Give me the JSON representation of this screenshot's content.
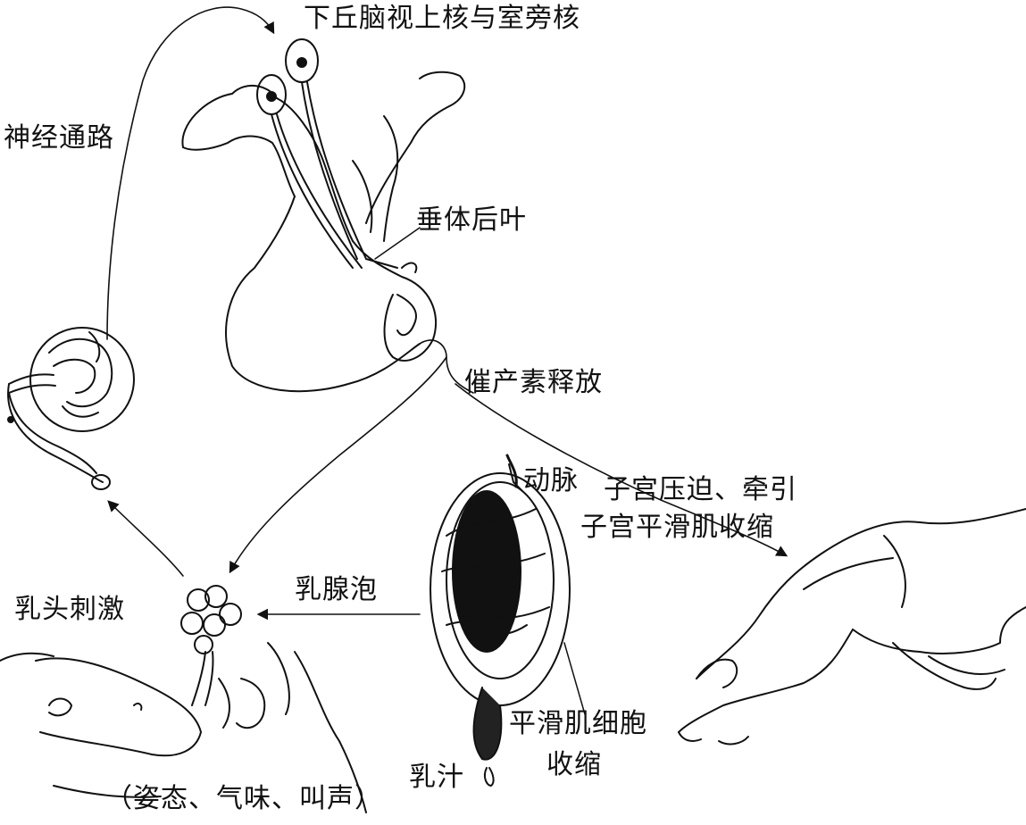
{
  "labels": {
    "hypothalamus": "下丘脑视上核与室旁核",
    "neural_pathway": "神经通路",
    "posterior_pituitary": "垂体后叶",
    "oxytocin_release": "催产素释放",
    "artery": "动脉",
    "uterus_pressure": "子宫压迫、牵引",
    "uterus_smooth_muscle": "子宫平滑肌收缩",
    "mammary_alveolus": "乳腺泡",
    "nipple_stimulation": "乳头刺激",
    "smooth_muscle_cell": "平滑肌细胞",
    "contraction": "收缩",
    "milk": "乳汁",
    "stimuli": "（姿态、气味、叫声）"
  }
}
